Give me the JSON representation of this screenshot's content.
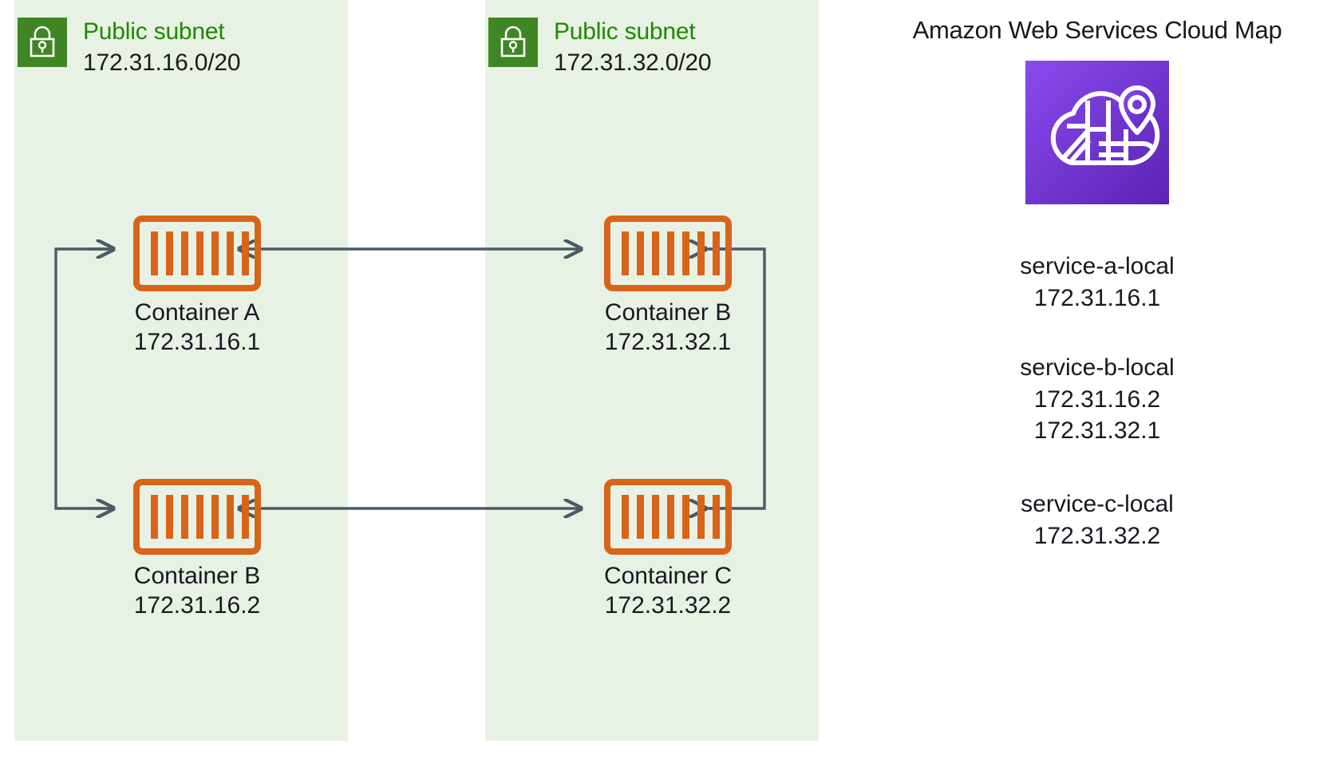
{
  "diagram": {
    "title": "Amazon Web Services Cloud Map",
    "colors": {
      "subnet_fill": "#E8F2E4",
      "subnet_icon_green": "#3F8624",
      "subnet_label_green": "#1E8900",
      "container_orange": "#D8641A",
      "connector_gray": "#4B5A६8",
      "cloudmap_purple": "#7B2FE0",
      "text_dark": "#16191F"
    }
  },
  "subnets": [
    {
      "icon": "padlock-icon",
      "label": "Public subnet",
      "cidr": "172.31.16.0/20"
    },
    {
      "icon": "padlock-icon",
      "label": "Public subnet",
      "cidr": "172.31.32.0/20"
    }
  ],
  "nodes": [
    {
      "icon": "container-icon",
      "label": "Container A",
      "ip": "172.31.16.1"
    },
    {
      "icon": "container-icon",
      "label": "Container B",
      "ip": "172.31.16.2"
    },
    {
      "icon": "container-icon",
      "label": "Container B",
      "ip": "172.31.32.1"
    },
    {
      "icon": "container-icon",
      "label": "Container C",
      "ip": "172.31.32.2"
    }
  ],
  "legend": {
    "title": "Amazon Web Services Cloud Map",
    "icon": "aws-cloud-map-icon",
    "services": [
      {
        "name": "service-a-local",
        "ips": [
          "172.31.16.1"
        ]
      },
      {
        "name": "service-b-local",
        "ips": [
          "172.31.16.2",
          "172.31.32.1"
        ]
      },
      {
        "name": "service-c-local",
        "ips": [
          "172.31.32.2"
        ]
      }
    ]
  }
}
